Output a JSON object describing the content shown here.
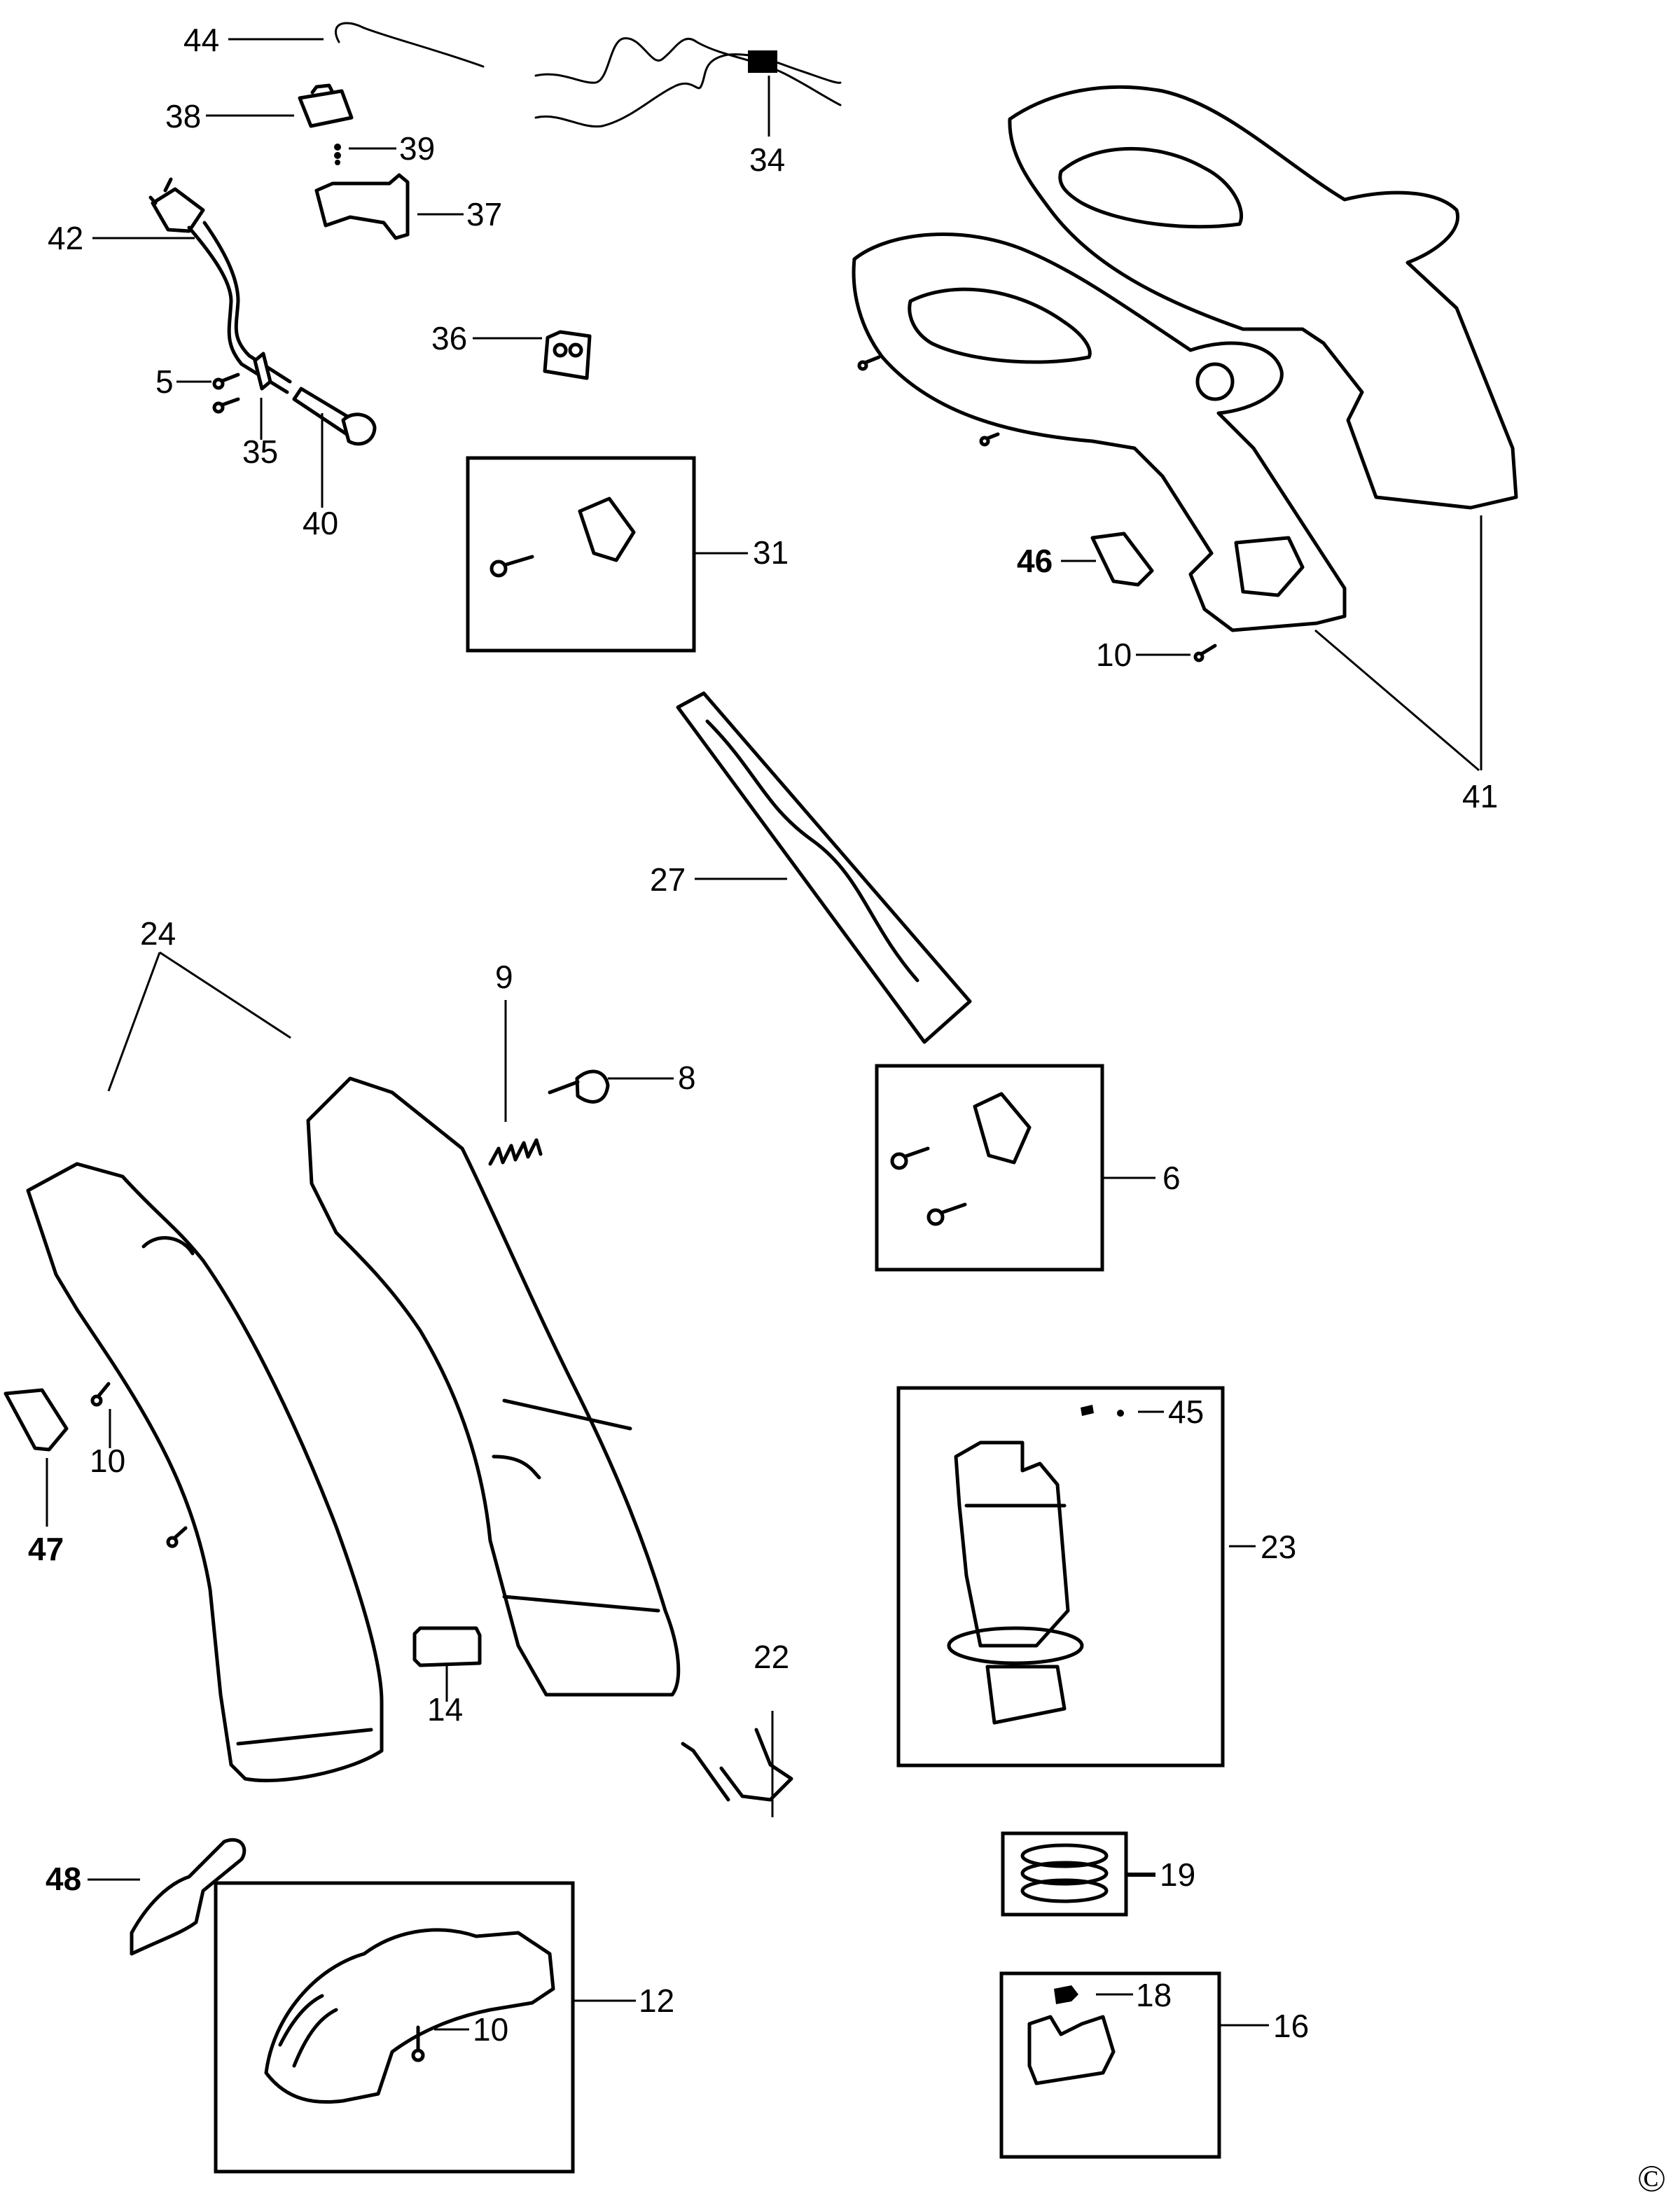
{
  "diagram": {
    "type": "exploded-parts-view",
    "copyright_symbol": "©",
    "callouts": [
      {
        "id": "44",
        "label": "44",
        "bold": false
      },
      {
        "id": "34",
        "label": "34",
        "bold": false
      },
      {
        "id": "38",
        "label": "38",
        "bold": false
      },
      {
        "id": "39",
        "label": "39",
        "bold": false
      },
      {
        "id": "37",
        "label": "37",
        "bold": false
      },
      {
        "id": "42",
        "label": "42",
        "bold": false
      },
      {
        "id": "36",
        "label": "36",
        "bold": false
      },
      {
        "id": "5",
        "label": "5",
        "bold": false
      },
      {
        "id": "35",
        "label": "35",
        "bold": false
      },
      {
        "id": "40",
        "label": "40",
        "bold": false
      },
      {
        "id": "31",
        "label": "31",
        "bold": false
      },
      {
        "id": "46",
        "label": "46",
        "bold": true
      },
      {
        "id": "10a",
        "label": "10",
        "bold": false
      },
      {
        "id": "41",
        "label": "41",
        "bold": false
      },
      {
        "id": "27",
        "label": "27",
        "bold": false
      },
      {
        "id": "24",
        "label": "24",
        "bold": false
      },
      {
        "id": "9",
        "label": "9",
        "bold": false
      },
      {
        "id": "8",
        "label": "8",
        "bold": false
      },
      {
        "id": "6",
        "label": "6",
        "bold": false
      },
      {
        "id": "10b",
        "label": "10",
        "bold": false
      },
      {
        "id": "47",
        "label": "47",
        "bold": true
      },
      {
        "id": "45",
        "label": "45",
        "bold": false
      },
      {
        "id": "23",
        "label": "23",
        "bold": false
      },
      {
        "id": "14",
        "label": "14",
        "bold": false
      },
      {
        "id": "22",
        "label": "22",
        "bold": false
      },
      {
        "id": "48",
        "label": "48",
        "bold": true
      },
      {
        "id": "12",
        "label": "12",
        "bold": false
      },
      {
        "id": "10c",
        "label": "10",
        "bold": false
      },
      {
        "id": "19",
        "label": "19",
        "bold": false
      },
      {
        "id": "18",
        "label": "18",
        "bold": false
      },
      {
        "id": "16",
        "label": "16",
        "bold": false
      }
    ]
  }
}
